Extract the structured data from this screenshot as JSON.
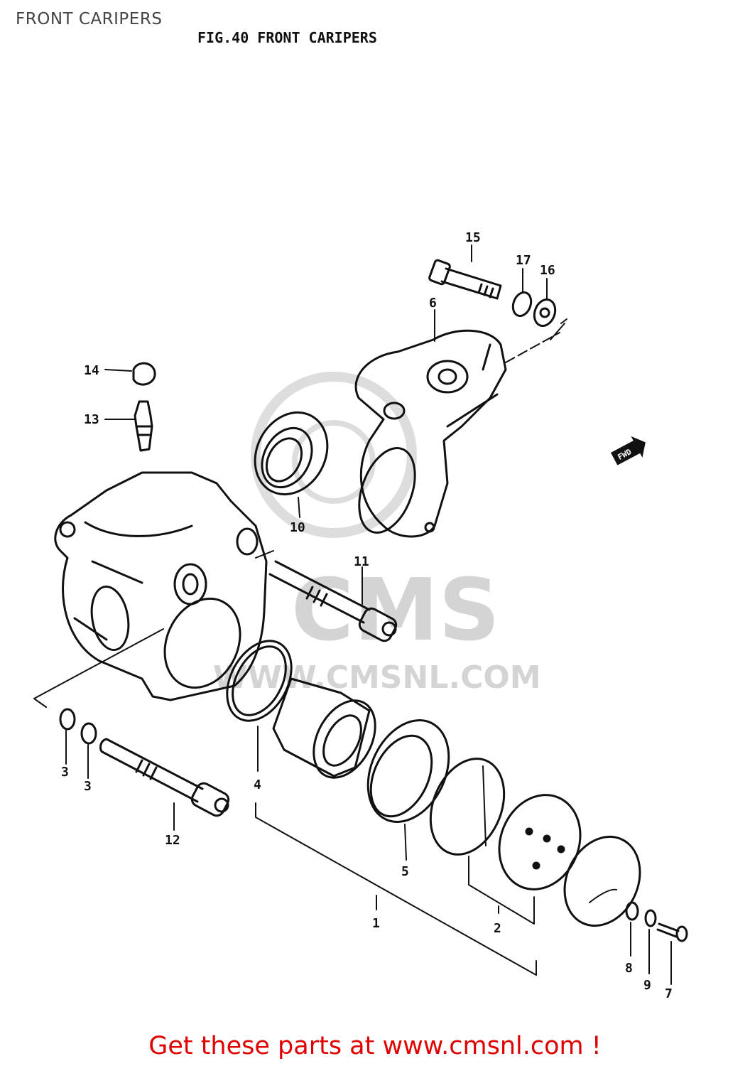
{
  "header": {
    "page_title": "FRONT CARIPERS",
    "figure_title": "FIG.40  FRONT CARIPERS"
  },
  "watermark": {
    "logo_text": "CMS",
    "url_text": "WWW.CMSNL.COM"
  },
  "direction_arrow": {
    "text": "FWD"
  },
  "part_labels": {
    "p1": "1",
    "p2": "2",
    "p3a": "3",
    "p3b": "3",
    "p4": "4",
    "p5": "5",
    "p6": "6",
    "p7": "7",
    "p8": "8",
    "p9": "9",
    "p10": "10",
    "p11": "11",
    "p12": "12",
    "p13": "13",
    "p14": "14",
    "p15": "15",
    "p16": "16",
    "p17": "17"
  },
  "footer": {
    "cta_text": "Get these parts at www.cmsnl.com !"
  },
  "colors": {
    "footer_text": "#e00000",
    "line_art": "#111111",
    "watermark": "#d0d0d0"
  }
}
